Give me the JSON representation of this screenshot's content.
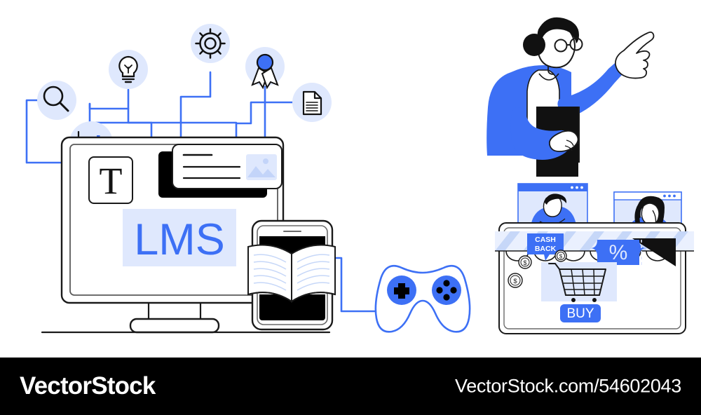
{
  "footer": {
    "brand": "VectorStock",
    "url": "VectorStock.com/54602043"
  },
  "colors": {
    "blue": "#3d70f5",
    "blue_mid": "#4a7cf7",
    "blue_pale": "#dfe8fd",
    "blue_pale2": "#e6edfd",
    "black": "#000000",
    "outline": "#1a1a1a",
    "white": "#ffffff",
    "bg": "#ffffff"
  },
  "scene": {
    "title": "LMS learning management system illustration",
    "monitor": {
      "screen_label": "LMS",
      "text_tool_glyph": "T"
    },
    "feature_icons": [
      {
        "name": "search-icon",
        "label": "Search"
      },
      {
        "name": "lightbulb-icon",
        "label": "Idea"
      },
      {
        "name": "gear-icon",
        "label": "Settings"
      },
      {
        "name": "award-ribbon-icon",
        "label": "Certificate"
      },
      {
        "name": "document-icon",
        "label": "Document"
      },
      {
        "name": "bar-chart-icon",
        "label": "Analytics"
      }
    ],
    "devices": [
      {
        "name": "desktop-monitor",
        "label": "Desktop monitor"
      },
      {
        "name": "tablet-ebook",
        "label": "Tablet with open book"
      },
      {
        "name": "game-controller",
        "label": "Game controller"
      }
    ]
  },
  "teacher": {
    "name": "pointing-teacher",
    "label": "Woman with glasses pointing upward holding a folder"
  },
  "shop": {
    "buy_button": "BUY",
    "cashback_bubble_line1": "CASH",
    "cashback_bubble_line2": "BACK",
    "percent_symbol": "%",
    "coin_symbol": "$",
    "window_left_label": "Shopper browser window",
    "window_right_label": "Discount browser window",
    "cart_label": "Shopping cart"
  }
}
